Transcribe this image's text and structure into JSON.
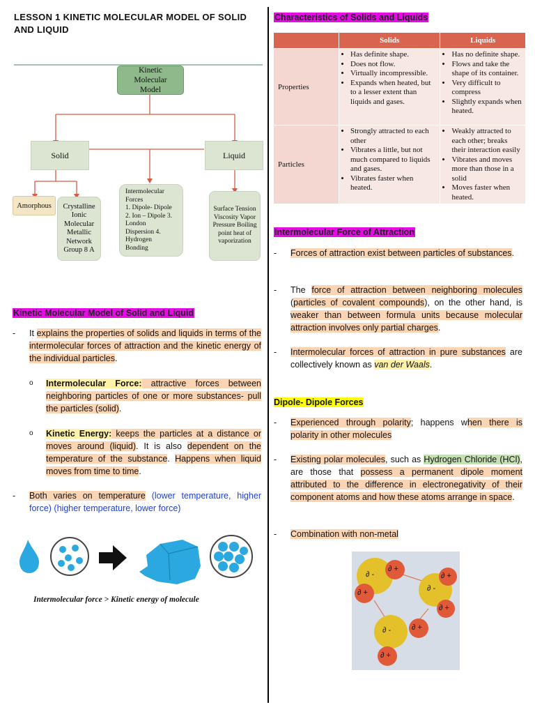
{
  "title": "LESSON 1 KINETIC MOLECULAR MODEL OF SOLID AND LIQUID",
  "diagram": {
    "root": "Kinetic Molecular Model",
    "solid": "Solid",
    "liquid": "Liquid",
    "amorphous": "Amorphous",
    "crystalline": "Crystalline Ionic Molecular Metallic Network Group 8 A",
    "forces_title": "Intermolecular Forces",
    "forces_list": "1. Dipole- Dipole 2. Ion – Dipole 3. London Dispersion 4. Hydrogen Bonding",
    "liquid_props": "Surface Tension Viscosity Vapor Pressure Boiling point heat of vaporization"
  },
  "left": {
    "heading": "Kinetic Molecular Model of Solid and Liquid",
    "p1_pre": "It ",
    "p1_hl": "explains the properties of solids and liquids in terms of the intermolecular forces of attraction and the kinetic energy of the individual particles",
    "p1_post": ".",
    "sub1_term": "Intermolecular Force:",
    "sub1_text": " attractive forces between neighboring particles of one or more substances- pull the particles (solid)",
    "sub1_post": ".",
    "sub2_term": "Kinetic Energy:",
    "sub2_a": " keeps the particles at a distance or moves around (liquid)",
    "sub2_b": ". It is also ",
    "sub2_c": "dependent on the temperature of the substance",
    "sub2_d": ". ",
    "sub2_e": "Happens when liquid moves from time to time",
    "sub2_f": ".",
    "p2_a": "Both varies on temperature",
    "p2_b": " (lower temperature, higher force) (higher temperature, lower force)",
    "caption": "Intermolecular force > Kinetic energy of molecule"
  },
  "table": {
    "title": "Characteristics of Solids and Liquids",
    "col_solids": "Solids",
    "col_liquids": "Liquids",
    "row1": "Properties",
    "row2": "Particles",
    "r1_solid": [
      "Has definite shape.",
      "Does not flow.",
      "Virtually incompressible.",
      "Expands when heated, but to a lesser extent than liquids and gases."
    ],
    "r1_liquid": [
      "Has no definite shape.",
      "Flows and take the shape of its container.",
      "Very difficult to compress",
      "Slightly expands when heated."
    ],
    "r2_solid": [
      "Strongly attracted to each other",
      "Vibrates a little, but not much compared to liquids and gases.",
      "Vibrates faster when heated."
    ],
    "r2_liquid": [
      "Weakly attracted to each other; breaks their interaction easily",
      "Vibrates and moves more than those in a solid",
      "Moves faster when heated."
    ]
  },
  "right": {
    "imf_heading": "Intermolecular Force of Attraction",
    "imf1": "Forces of attraction exist between particles of substances",
    "imf1_post": ".",
    "imf2_a": "The ",
    "imf2_b": "force of attraction between neighboring molecules",
    "imf2_c": " (",
    "imf2_d": "particles of covalent compounds",
    "imf2_e": "), on the other hand, is ",
    "imf2_f": "weaker than between formula units because molecular attraction involves only partial charges",
    "imf2_g": ".",
    "imf3_a": "Intermolecular forces of attraction in pure substances",
    "imf3_b": " are collectively known as ",
    "imf3_c": "van der Waals",
    "imf3_d": ".",
    "dd_heading": "Dipole- Dipole Forces",
    "dd1_a": "Experienced through polarity",
    "dd1_b": "; happens w",
    "dd1_c": "hen there is polarity in other molecules",
    "dd2_a": "Existing polar molecules",
    "dd2_b": ", such as ",
    "dd2_c": "Hydrogen Chloride (HCl)",
    "dd2_d": ", are those that ",
    "dd2_e": "possess a permanent dipole moment attributed to the difference in electronegativity of their component atoms and how these atoms arrange in space",
    "dd2_f": ".",
    "dd3": "Combination with non-metal",
    "delta_minus": "∂ -",
    "delta_plus": "∂ +"
  },
  "dash": "-",
  "circ": "o"
}
